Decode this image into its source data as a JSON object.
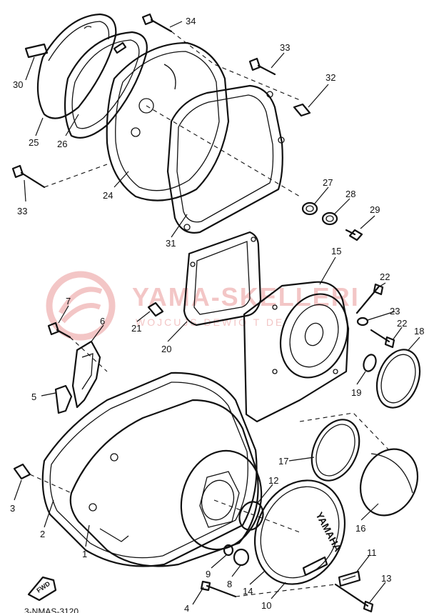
{
  "diagram": {
    "part_numbers": [
      "1",
      "2",
      "3",
      "4",
      "5",
      "6",
      "7",
      "8",
      "9",
      "10",
      "11",
      "12",
      "13",
      "14",
      "15",
      "16",
      "17",
      "18",
      "19",
      "20",
      "21",
      "22",
      "22",
      "23",
      "24",
      "25",
      "26",
      "27",
      "28",
      "29",
      "30",
      "31",
      "32",
      "33",
      "33",
      "34"
    ],
    "watermark": {
      "title": "YAMA-SKELLERI",
      "subtitle": "WOJCUJS DEWIO T DE"
    },
    "cover_brand": "YAMAHA",
    "fwd_label": "FWD",
    "figure_code": "3-NMAS-3120"
  },
  "colors": {
    "line": "#111111",
    "watermark": "#f3c6c6"
  }
}
